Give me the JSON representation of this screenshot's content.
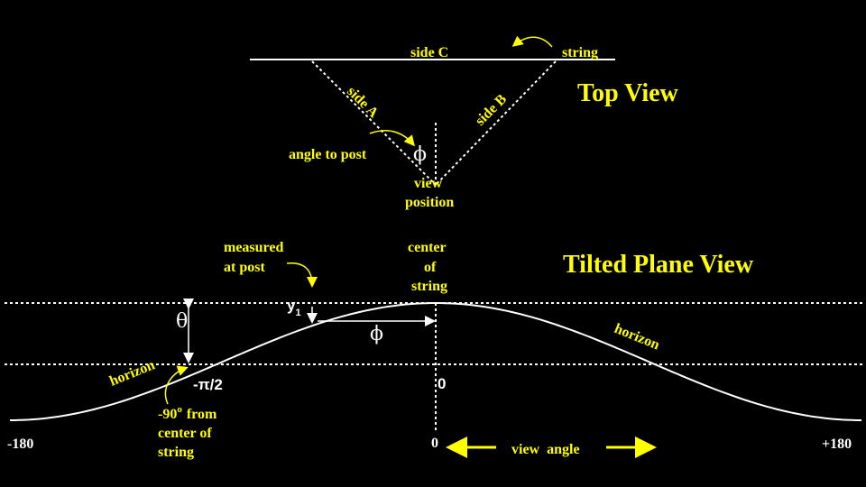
{
  "top_view": {
    "title": "Top View",
    "side_c": "side C",
    "string": "string",
    "side_a": "side A",
    "side_b": "side B",
    "angle_to_post": "angle to post",
    "phi": "ϕ",
    "view_position_1": "view",
    "view_position_2": "position"
  },
  "tilted_view": {
    "title": "Tilted Plane View",
    "measured_1": "measured",
    "measured_2": "at post",
    "center_1": "center",
    "center_2": "of",
    "center_3": "string",
    "theta": "θ",
    "y1": "y",
    "y1_sub": "1",
    "phi": "ϕ",
    "horizon_left": "horizon",
    "horizon_right": "horizon",
    "neg_pi_half": "-π/2",
    "zero_mid": "0",
    "neg90_1": "-90",
    "neg90_sup": "o",
    "neg90_2": "from",
    "neg90_3": "center of",
    "neg90_4": "string"
  },
  "axis": {
    "left": "-180",
    "zero": "0",
    "right": "+180",
    "view_angle": "view  angle"
  },
  "colors": {
    "background": "#000000",
    "label": "#ffff00",
    "line": "#ffffff"
  }
}
